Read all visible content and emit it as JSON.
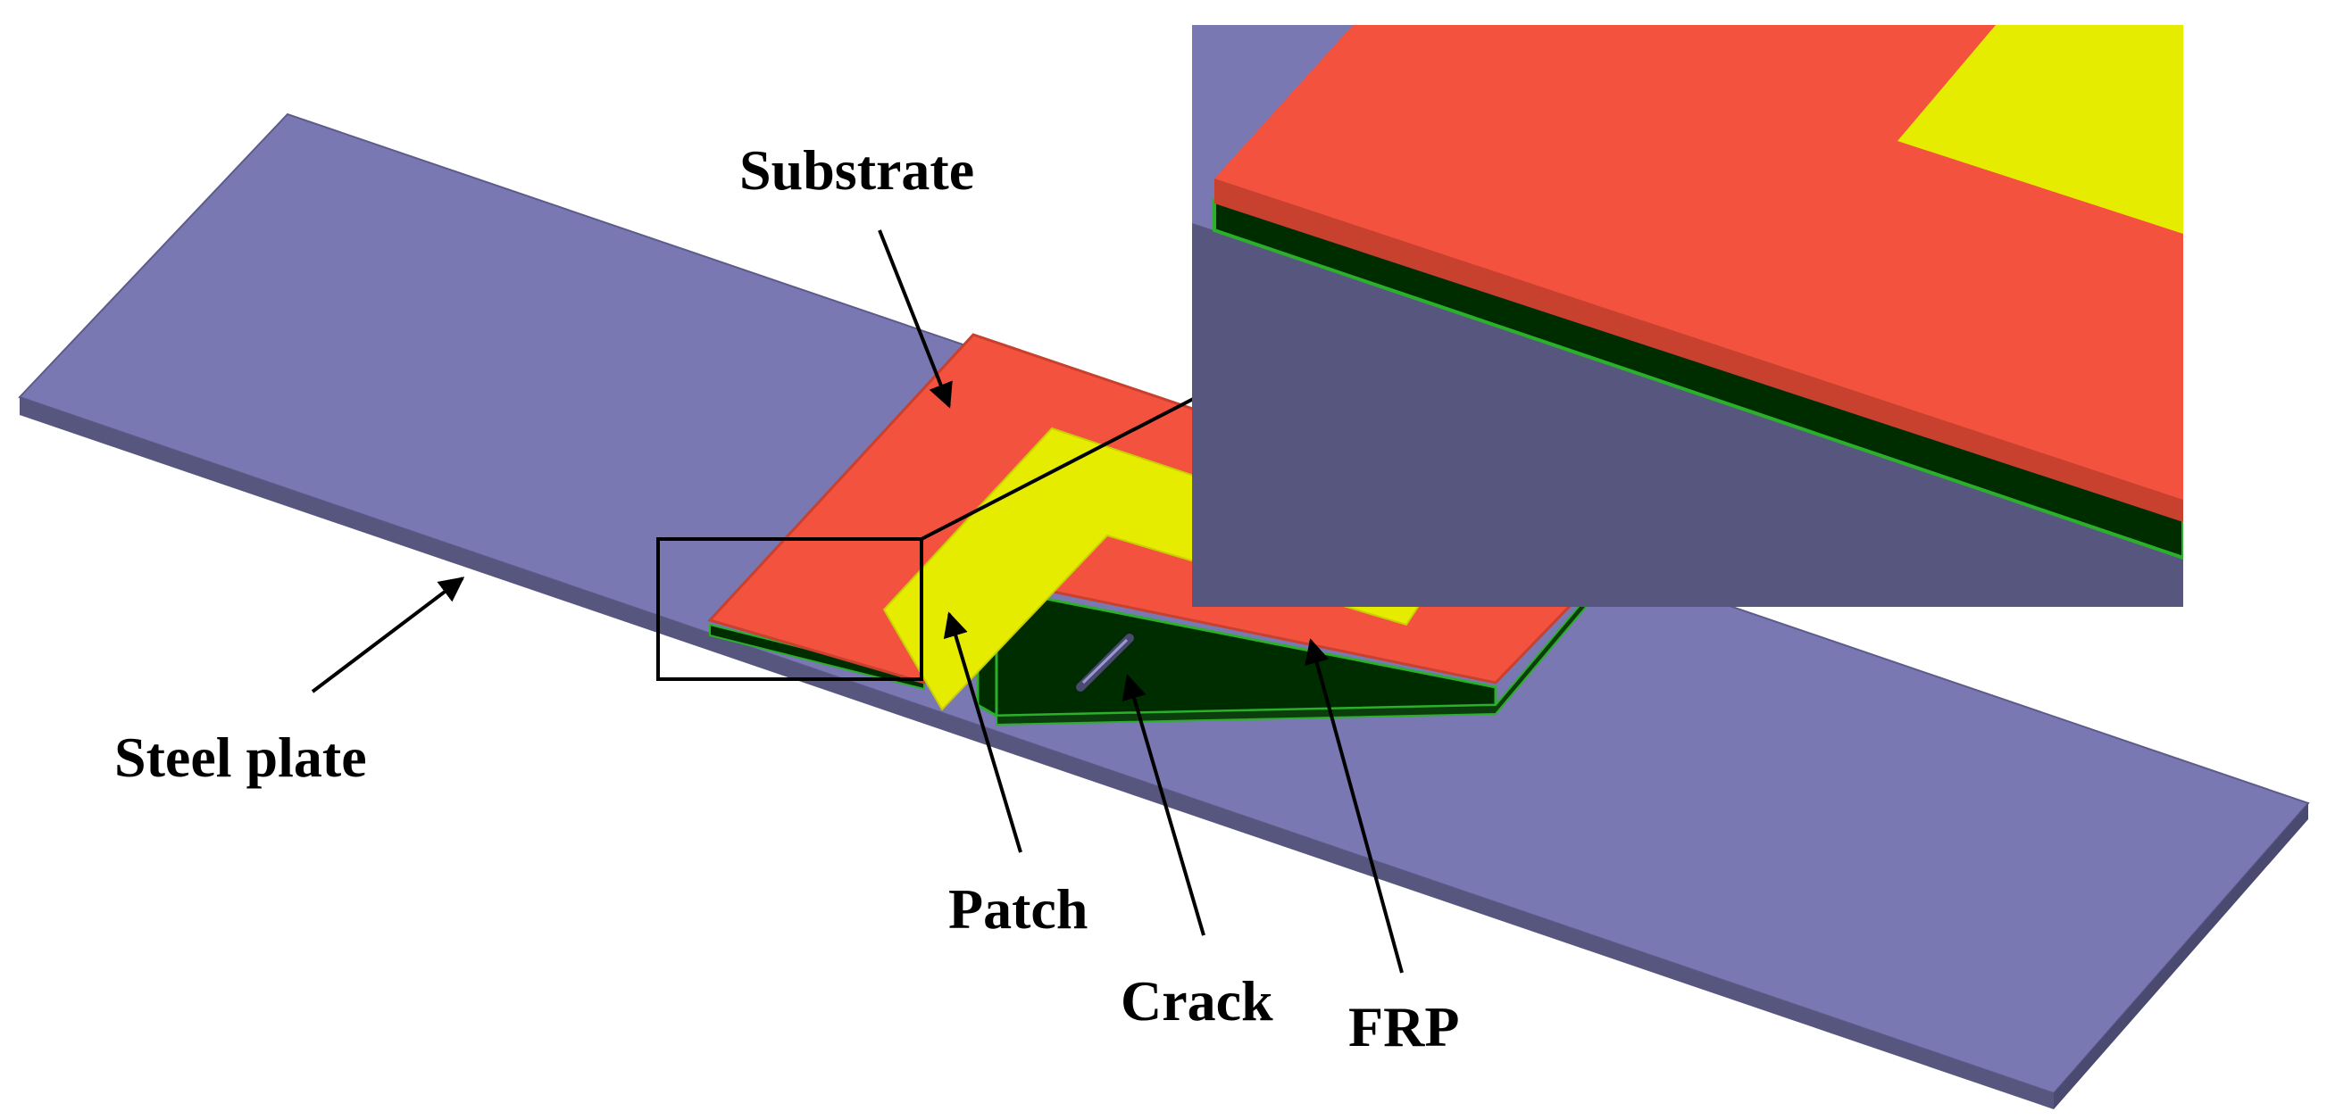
{
  "labels": {
    "substrate": "Substrate",
    "steel_plate": "Steel plate",
    "patch": "Patch",
    "crack": "Crack",
    "frp": "FRP"
  },
  "colors": {
    "background": "#ffffff",
    "steel_top": "#7a78b2",
    "steel_side": "#57567f",
    "substrate": "#f2523e",
    "substrate_edge": "#c8402e",
    "patch": "#e6ec00",
    "frp": "#002d00",
    "frp_edge": "#2bb02b",
    "line": "#000000"
  },
  "icons": {
    "inset": "zoomed-view-inset",
    "callout_box": "rectangle-callout"
  }
}
